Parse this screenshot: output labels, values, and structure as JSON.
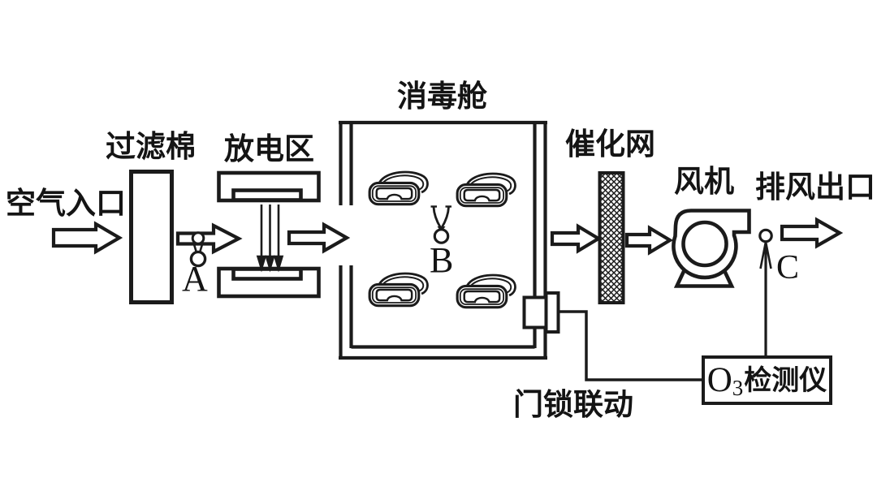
{
  "labels": {
    "air_inlet": "空气入口",
    "filter_cotton": "过滤棉",
    "discharge_zone": "放电区",
    "disinfection_chamber": "消毒舱",
    "catalytic_mesh": "催化网",
    "fan": "风机",
    "exhaust_outlet": "排风出口",
    "door_interlock": "门锁联动",
    "point_a": "A",
    "point_b": "B",
    "point_c": "C",
    "o3_detector_prefix": "O",
    "o3_detector_sub": "3",
    "o3_detector_suffix": "检测仪"
  },
  "flow_sequence": [
    "空气入口",
    "过滤棉",
    "放电区",
    "消毒舱",
    "催化网",
    "风机",
    "排风出口"
  ],
  "sampling_points": [
    "A",
    "B",
    "C"
  ],
  "icons": {
    "flow-arrow-icon": "hollow right-pointing block arrow",
    "down-arrow-icon": "thin downward discharge arrow",
    "goggles-icon": "safety goggles (items being disinfected)",
    "crosshatch-mesh-icon": "catalytic mesh hatched panel",
    "centrifugal-fan-icon": "blower volute with stand",
    "sampling-probe-icon": "circle-and-fork gas sampling probe",
    "door-lock-icon": "latch blocks on chamber wall"
  },
  "colors": {
    "line": "#1b1b1b",
    "background": "#ffffff"
  }
}
